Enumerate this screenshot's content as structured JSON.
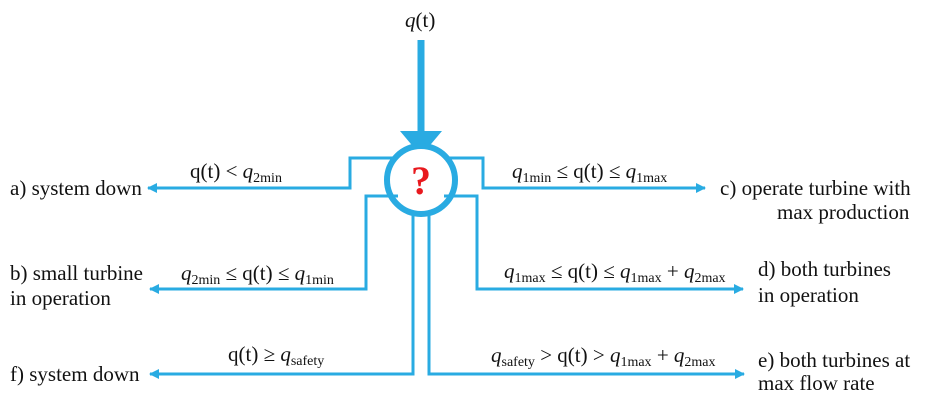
{
  "input": {
    "q": "q",
    "t": "(t)"
  },
  "decision_symbol": "?",
  "colors": {
    "flow": "#29abe2",
    "question": "#e8191e",
    "text": "#111111"
  },
  "conditions": {
    "a": {
      "parts": [
        "q(t) < ",
        "q",
        "2min"
      ]
    },
    "b": {
      "parts": [
        "q",
        "2min",
        " ≤ q(t) ≤ ",
        "q",
        "1min"
      ]
    },
    "c": {
      "parts": [
        "q",
        "1min",
        " ≤ q(t) ≤ ",
        "q",
        "1max"
      ]
    },
    "d": {
      "parts": [
        "q",
        "1max",
        " ≤ q(t) ≤ ",
        "q",
        "1max",
        " + ",
        "q",
        "2max"
      ]
    },
    "e": {
      "parts": [
        "q",
        "safety",
        " > q(t) > ",
        "q",
        "1max",
        " + ",
        "q",
        "2max"
      ]
    },
    "f": {
      "parts": [
        "q(t) ≥ ",
        "q",
        "safety"
      ]
    }
  },
  "outcomes": {
    "a": {
      "line1": "a) system  down"
    },
    "b": {
      "line1": "b) small turbine",
      "line2": "in operation"
    },
    "c": {
      "line1": "c) operate turbine with",
      "line2": "max production"
    },
    "d": {
      "line1": "d) both turbines",
      "line2": "in operation"
    },
    "e": {
      "line1": "e) both turbines at",
      "line2": "max flow rate"
    },
    "f": {
      "line1": "f) system down"
    }
  }
}
